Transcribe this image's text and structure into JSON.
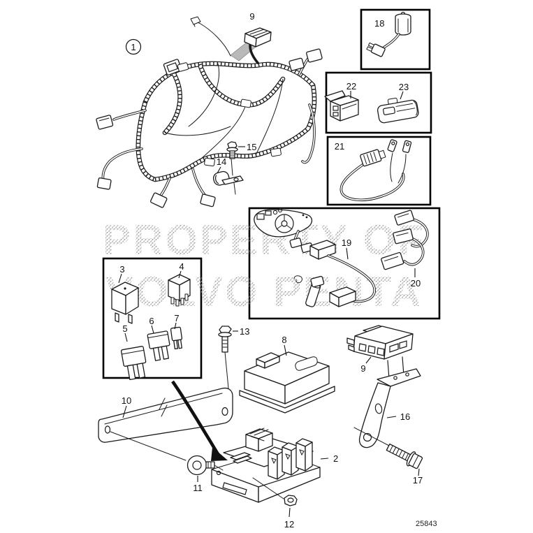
{
  "page": {
    "background_color": "#ffffff",
    "line_color": "#1a1a1a",
    "watermark_color": "#9b9b9b",
    "drawing_number": "25843",
    "watermark": {
      "line1": "PROPERTY OF",
      "line2": "VOLVO PENTA"
    }
  },
  "labels": {
    "item1": "1",
    "item2": "2",
    "item3": "3",
    "item4": "4",
    "item5": "5",
    "item6": "6",
    "item7": "7",
    "item8": "8",
    "item9_top": "9",
    "item9_bottom": "9",
    "item10": "10",
    "item11": "11",
    "item12": "12",
    "item13": "13",
    "item14": "14",
    "item15": "15",
    "item16": "16",
    "item17": "17",
    "item18": "18",
    "item19": "19",
    "item20": "20",
    "item21": "21",
    "item22": "22",
    "item23": "23"
  }
}
